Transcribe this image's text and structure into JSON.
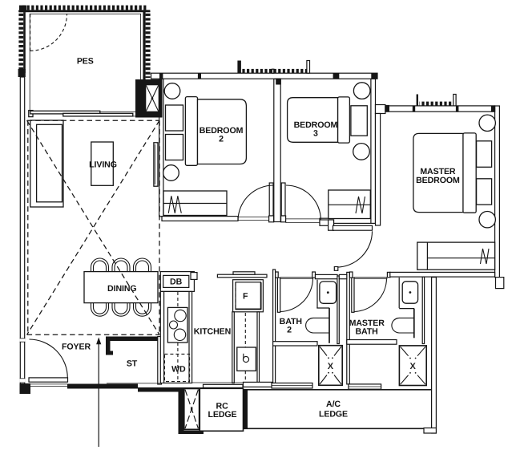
{
  "document": {
    "type": "apartment floor plan",
    "style": "black line drawing on white"
  },
  "colors": {
    "ink": "#161616",
    "paper": "#ffffff"
  },
  "rooms": {
    "pes": {
      "label": "PES"
    },
    "living": {
      "label": "LIVING"
    },
    "dining": {
      "label": "DINING"
    },
    "foyer": {
      "label": "FOYER"
    },
    "kitchen": {
      "label": "KITCHEN"
    },
    "store": {
      "label": "ST"
    },
    "bedroom2": {
      "line1": "BEDROOM",
      "line2": "2"
    },
    "bedroom3": {
      "line1": "BEDROOM",
      "line2": "3"
    },
    "master_bedroom": {
      "line1": "MASTER",
      "line2": "BEDROOM"
    },
    "bath2": {
      "line1": "BATH",
      "line2": "2"
    },
    "master_bath": {
      "line1": "MASTER",
      "line2": "BATH"
    },
    "rc_ledge": {
      "line1": "RC",
      "line2": "LEDGE"
    },
    "ac_ledge": {
      "line1": "A/C",
      "line2": "LEDGE"
    }
  },
  "fixtures": {
    "distribution_board": {
      "label": "DB"
    },
    "fridge": {
      "label": "F"
    },
    "washer_dryer": {
      "label": "WD"
    },
    "ac_shaft_bath2": {
      "label": "X"
    },
    "ac_shaft_master_bath": {
      "label": "X"
    }
  }
}
